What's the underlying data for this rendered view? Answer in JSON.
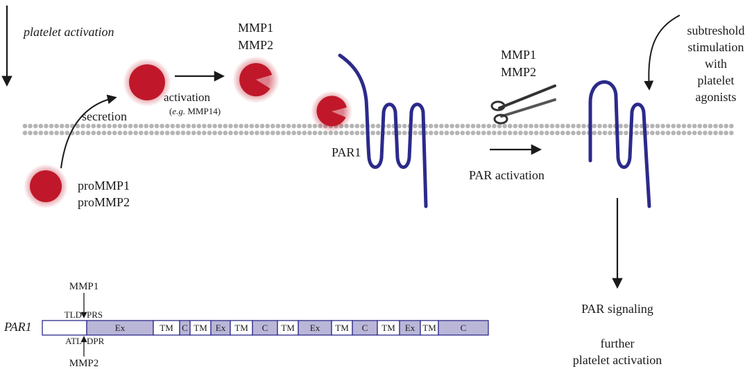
{
  "labels": {
    "platelet_activation": "platelet activation",
    "mmp_top_1": "MMP1",
    "mmp_top_2": "MMP2",
    "secretion": "secretion",
    "activation": "activation",
    "activation_example_eg": "e.g.",
    "activation_example_rest": " MMP14)",
    "activation_example_open": "(",
    "promm1": "proMMP1",
    "promm2": "proMMP2",
    "par1_membrane": "PAR1",
    "mmp_cleave_1": "MMP1",
    "mmp_cleave_2": "MMP2",
    "par_activation": "PAR activation",
    "stim_1": "subtreshold",
    "stim_2": "stimulation",
    "stim_3": "with",
    "stim_4": "platelet",
    "stim_5": "agonists",
    "par_signaling": "PAR signaling",
    "further_1": "further",
    "further_2": "platelet activation"
  },
  "par1_gene": {
    "name": "PAR1",
    "mmp1_label": "MMP1",
    "mmp2_label": "MMP2",
    "site_top_left": "TLD",
    "site_top_right": "PRS",
    "site_bottom_left": "ATL",
    "site_bottom_right": "DPR",
    "segments": [
      {
        "label": "",
        "type": "blank"
      },
      {
        "label": "Ex",
        "type": "ex"
      },
      {
        "label": "TM",
        "type": "tm"
      },
      {
        "label": "C",
        "type": "c"
      },
      {
        "label": "TM",
        "type": "tm"
      },
      {
        "label": "Ex",
        "type": "ex"
      },
      {
        "label": "TM",
        "type": "tm"
      },
      {
        "label": "C",
        "type": "c"
      },
      {
        "label": "TM",
        "type": "tm"
      },
      {
        "label": "Ex",
        "type": "ex"
      },
      {
        "label": "TM",
        "type": "tm"
      },
      {
        "label": "C",
        "type": "c"
      },
      {
        "label": "TM",
        "type": "tm"
      },
      {
        "label": "Ex",
        "type": "ex"
      },
      {
        "label": "TM",
        "type": "tm"
      },
      {
        "label": "C",
        "type": "c"
      }
    ]
  },
  "colors": {
    "mmp_red": "#c0182a",
    "receptor_blue": "#2c2a8a",
    "membrane_gray": "#b5b5b5",
    "segment_fill": "#b9b6d8",
    "segment_border": "#2c2a8a"
  }
}
